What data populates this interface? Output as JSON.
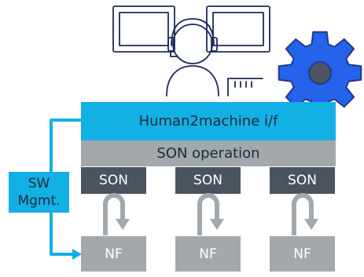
{
  "labels": {
    "hmi": "Human2machine i/f",
    "son_operation": "SON operation",
    "sw_line1": "SW",
    "sw_line2": "Mgmt."
  },
  "son_modules": [
    {
      "son": "SON",
      "nf": "NF"
    },
    {
      "son": "SON",
      "nf": "NF"
    },
    {
      "son": "SON",
      "nf": "NF"
    }
  ],
  "icons": {
    "operator": "operator-at-monitors-icon",
    "gear": "gear-icon",
    "loop": "feedback-loop-arrow-icon"
  },
  "colors": {
    "cyan": "#13b0e6",
    "grey": "#a3a8ad",
    "dark": "#4a5360",
    "navy": "#1e2a5a",
    "gear_blue": "#2563eb",
    "gear_outline": "#1e3a8a",
    "gear_hub": "#4b5563",
    "loop_grey": "#a3a8ad"
  }
}
